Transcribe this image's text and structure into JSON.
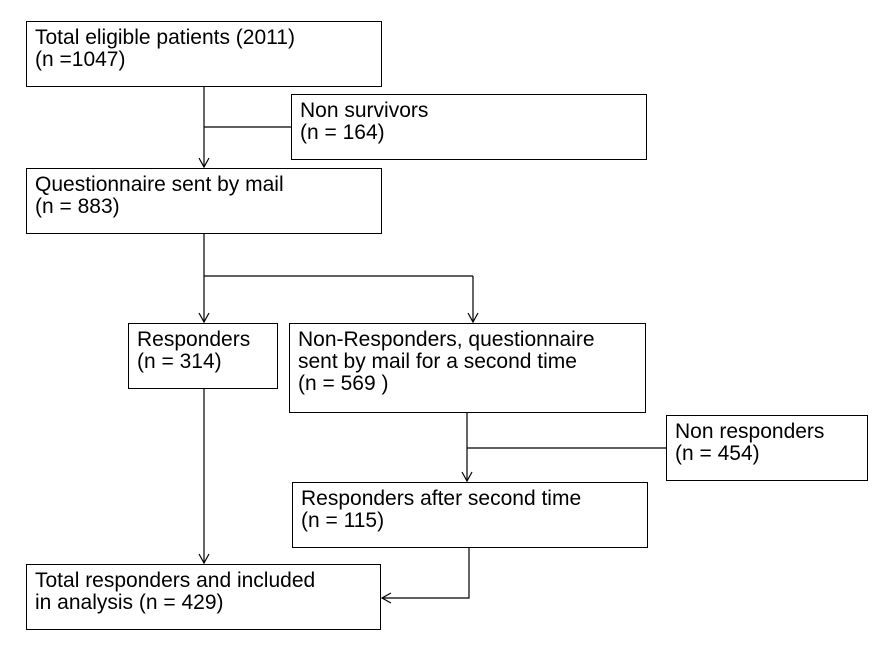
{
  "flowchart": {
    "boxes": {
      "total_eligible": {
        "line1": "Total eligible patients (2011)",
        "line2": "(n =1047)"
      },
      "non_survivors": {
        "line1": "Non survivors",
        "line2": "(n = 164)"
      },
      "questionnaire_mail": {
        "line1": "Questionnaire sent by mail",
        "line2": "(n = 883)"
      },
      "responders": {
        "line1": "Responders",
        "line2": "(n = 314)"
      },
      "non_responders_resent": {
        "line1": "Non-Responders, questionnaire",
        "line2": "sent by mail for a second time",
        "line3": "(n = 569 )"
      },
      "non_responders_final": {
        "line1": "Non responders",
        "line2": "(n = 454)"
      },
      "responders_second": {
        "line1": "Responders after second time",
        "line2": "(n = 115)"
      },
      "total_included": {
        "line1": "Total responders and included",
        "line2": "in analysis (n = 429)"
      }
    },
    "colors": {
      "stroke": "#000000",
      "box_fill": "#ffffff",
      "text": "#000000"
    }
  }
}
